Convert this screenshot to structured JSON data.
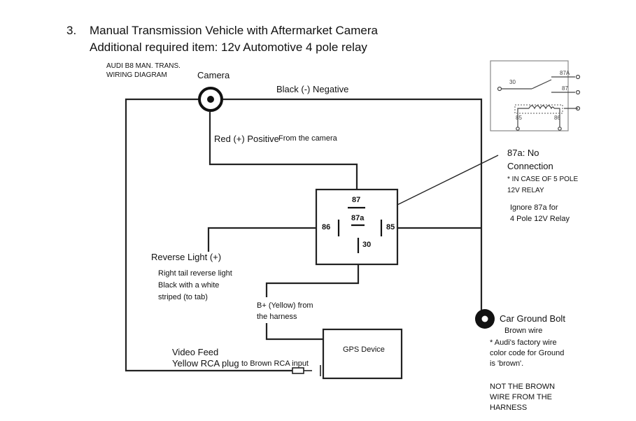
{
  "heading": {
    "number": "3.",
    "line1": "Manual Transmission Vehicle with Aftermarket Camera",
    "line2": "Additional required item: 12v Automotive 4 pole relay"
  },
  "diagram_title": {
    "line1": "AUDI B8 MAN. TRANS.",
    "line2": "WIRING DIAGRAM"
  },
  "labels": {
    "camera": "Camera",
    "black_negative": "Black (-) Negative",
    "red_positive": "Red (+) Positive",
    "from_camera": "From the camera",
    "reverse_light": "Reverse Light (+)",
    "reverse_desc_1": "Right tail reverse light",
    "reverse_desc_2": "Black with a white",
    "reverse_desc_3": "striped (to tab)",
    "bplus_1": "B+ (Yellow) from",
    "bplus_2": "the harness",
    "gps": "GPS Device",
    "video_feed_1": "Video Feed",
    "video_feed_2": "Yellow RCA plug",
    "to_brown_rca": "to Brown RCA input",
    "car_ground": "Car Ground Bolt",
    "brown_wire": "Brown wire",
    "ground_note_1": "* Audi's factory wire",
    "ground_note_2": "color code for Ground",
    "ground_note_3": "is 'brown'.",
    "not_brown_1": "NOT THE BROWN",
    "not_brown_2": "WIRE FROM THE",
    "not_brown_3": "HARNESS",
    "no_conn_1": "87a: No",
    "no_conn_2": "Connection",
    "five_pole_1": "* IN CASE OF 5 POLE",
    "five_pole_2": "12V RELAY",
    "ignore_1": "Ignore 87a for",
    "ignore_2": "4 Pole 12V Relay"
  },
  "relay_pins": {
    "p87": "87",
    "p87a": "87a",
    "p86": "86",
    "p85": "85",
    "p30": "30"
  },
  "schematic_pins": {
    "s30": "30",
    "s87a": "87A",
    "s87": "87",
    "s85": "85",
    "s86": "86"
  }
}
